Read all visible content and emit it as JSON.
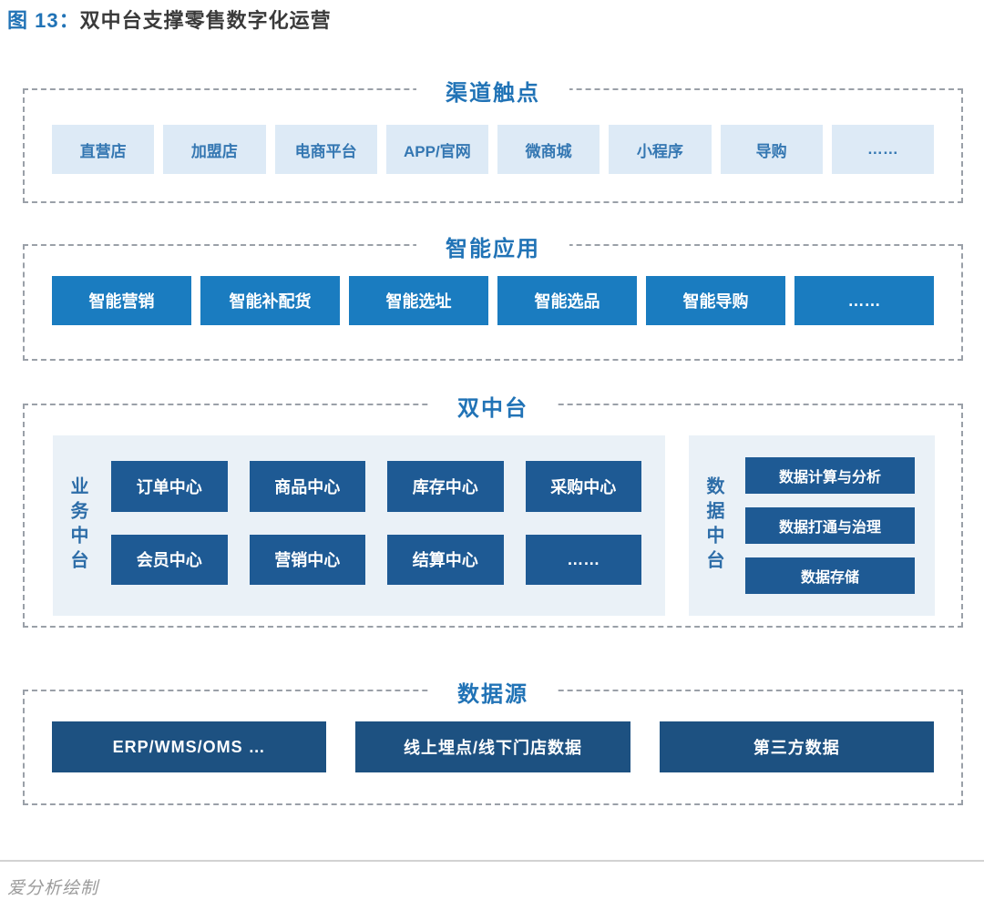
{
  "figure": {
    "label_prefix": "图 13：",
    "title": "双中台支撑零售数字化运营",
    "credit": "爱分析绘制"
  },
  "sections": {
    "channels": {
      "title": "渠道触点",
      "items": [
        "直营店",
        "加盟店",
        "电商平台",
        "APP/官网",
        "微商城",
        "小程序",
        "导购",
        "……"
      ]
    },
    "smart_apps": {
      "title": "智能应用",
      "items": [
        "智能营销",
        "智能补配货",
        "智能选址",
        "智能选品",
        "智能导购",
        "……"
      ]
    },
    "dual_platform": {
      "title": "双中台",
      "business": {
        "label": "业务中台",
        "items": [
          "订单中心",
          "商品中心",
          "库存中心",
          "采购中心",
          "会员中心",
          "营销中心",
          "结算中心",
          "……"
        ]
      },
      "data": {
        "label": "数据中台",
        "items": [
          "数据计算与分析",
          "数据打通与治理",
          "数据存储"
        ]
      }
    },
    "data_sources": {
      "title": "数据源",
      "items": [
        "ERP/WMS/OMS …",
        "线上埋点/线下门店数据",
        "第三方数据"
      ]
    }
  },
  "colors": {
    "accent_blue": "#2173b6",
    "medium_blue": "#1a7cc0",
    "navy": "#1e5a94",
    "dark_navy": "#1d5181",
    "light_item_bg": "#ddeaf6",
    "light_item_text": "#3477b2",
    "panel_bg": "#eaf1f7",
    "dash_gray": "#9aa0a8",
    "credit_gray": "#9b9b9b"
  }
}
